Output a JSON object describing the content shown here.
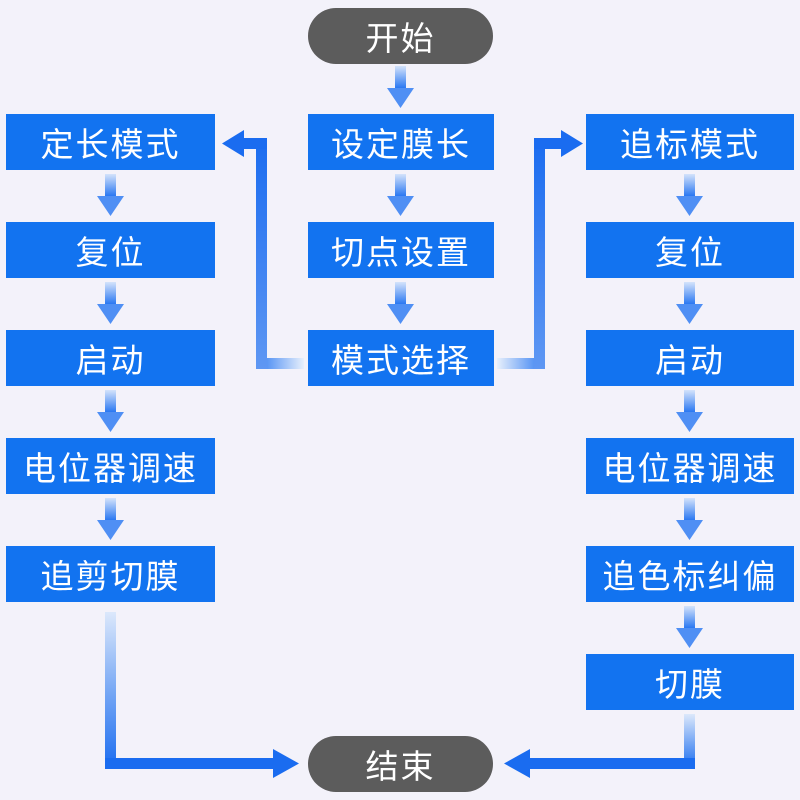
{
  "start": "开始",
  "end": "结束",
  "middle": [
    "设定膜长",
    "切点设置",
    "模式选择"
  ],
  "left_mode": {
    "title": "定长模式",
    "steps": [
      "复位",
      "启动",
      "电位器调速",
      "追剪切膜"
    ]
  },
  "right_mode": {
    "title": "追标模式",
    "steps": [
      "复位",
      "启动",
      "电位器调速",
      "追色标纠偏",
      "切膜"
    ]
  },
  "colors": {
    "background": "#f3f2fa",
    "box": "#1273f0",
    "terminal": "#5c5c5c",
    "arrow": "#1f6ff2",
    "arrow_light": "#cfe0fb"
  }
}
